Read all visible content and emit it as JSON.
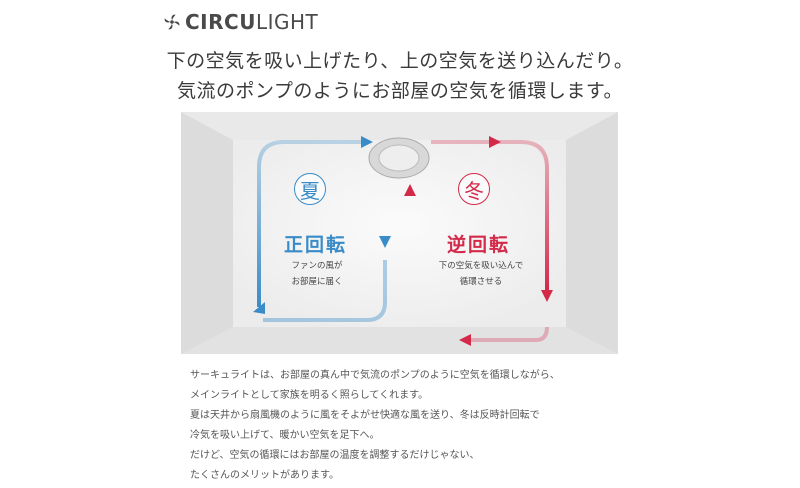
{
  "brand": {
    "logo_bold": "CIRCU",
    "logo_light": "LIGHT"
  },
  "headline": [
    "下の空気を吸い上げたり、上の空気を送り込んだり。",
    "気流のポンプのようにお部屋の空気を循環します。"
  ],
  "diagram": {
    "summer": {
      "season": "夏",
      "mode": "正回転",
      "desc": [
        "ファンの風が",
        "お部屋に届く"
      ],
      "color": "#3a8cc8"
    },
    "winter": {
      "season": "冬",
      "mode": "逆回転",
      "desc": [
        "下の空気を吸い込んで",
        "循環させる"
      ],
      "color": "#d42a4a"
    }
  },
  "body": [
    "サーキュライトは、お部屋の真ん中で気流のポンプのように空気を循環しながら、",
    "メインライトとして家族を明るく照らしてくれます。",
    "夏は天井から扇風機のように風をそよがせ快適な風を送り、冬は反時計回転で",
    "冷気を吸い上げて、暖かい空気を足下へ。",
    "だけど、空気の循環にはお部屋の温度を調整するだけじゃない、",
    "たくさんのメリットがあります。"
  ]
}
